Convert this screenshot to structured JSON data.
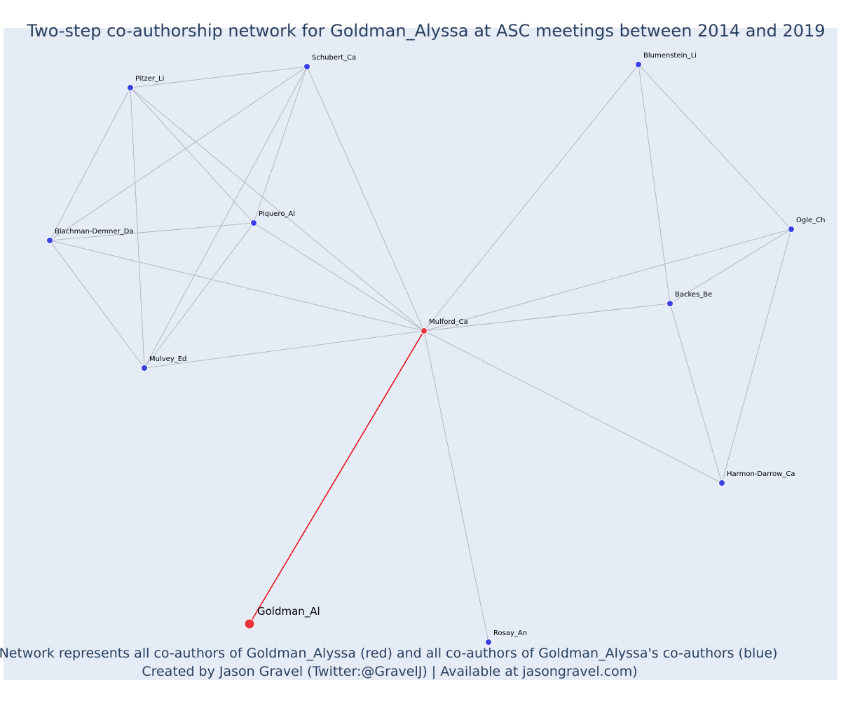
{
  "title": "Two-step co-authorship network for Goldman_Alyssa at ASC meetings between 2014 and 2019",
  "caption_line1": "Network represents all co-authors of Goldman_Alyssa (red) and all co-authors of Goldman_Alyssa's co-authors (blue)",
  "caption_line2": "Created by Jason Gravel (Twitter:@GravelJ) | Available at jasongravel.com)",
  "colors": {
    "background": "#e5ecf6",
    "edge": "#aaaab9",
    "ego_edge": "#e8141b",
    "coauthor": "#e8353b",
    "second_step": "#3b3fe6",
    "text": "#2a3f5f"
  },
  "nodes": [
    {
      "id": "goldman",
      "label": "Goldman_Al",
      "group": "ego"
    },
    {
      "id": "mulford",
      "label": "Mulford_Ca",
      "group": "coauthor"
    },
    {
      "id": "schubert",
      "label": "Schubert_Ca",
      "group": "second_step"
    },
    {
      "id": "pitzer",
      "label": "Pitzer_Li",
      "group": "second_step"
    },
    {
      "id": "piquero",
      "label": "Piquero_Al",
      "group": "second_step"
    },
    {
      "id": "blachman",
      "label": "Blachman-Demner_Da",
      "group": "second_step"
    },
    {
      "id": "mulvey",
      "label": "Mulvey_Ed",
      "group": "second_step"
    },
    {
      "id": "blumenstein",
      "label": "Blumenstein_Li",
      "group": "second_step"
    },
    {
      "id": "ogle",
      "label": "Ogle_Ch",
      "group": "second_step"
    },
    {
      "id": "backes",
      "label": "Backes_Be",
      "group": "second_step"
    },
    {
      "id": "harmon",
      "label": "Harmon-Darrow_Ca",
      "group": "second_step"
    },
    {
      "id": "rosay",
      "label": "Rosay_An",
      "group": "second_step"
    }
  ],
  "edges": [
    [
      "goldman",
      "mulford"
    ],
    [
      "mulford",
      "schubert"
    ],
    [
      "mulford",
      "pitzer"
    ],
    [
      "mulford",
      "piquero"
    ],
    [
      "mulford",
      "blachman"
    ],
    [
      "mulford",
      "mulvey"
    ],
    [
      "mulford",
      "blumenstein"
    ],
    [
      "mulford",
      "ogle"
    ],
    [
      "mulford",
      "backes"
    ],
    [
      "mulford",
      "harmon"
    ],
    [
      "mulford",
      "rosay"
    ],
    [
      "pitzer",
      "schubert"
    ],
    [
      "pitzer",
      "piquero"
    ],
    [
      "pitzer",
      "blachman"
    ],
    [
      "pitzer",
      "mulvey"
    ],
    [
      "schubert",
      "piquero"
    ],
    [
      "schubert",
      "blachman"
    ],
    [
      "schubert",
      "mulvey"
    ],
    [
      "piquero",
      "blachman"
    ],
    [
      "piquero",
      "mulvey"
    ],
    [
      "blachman",
      "mulvey"
    ],
    [
      "blumenstein",
      "backes"
    ],
    [
      "blumenstein",
      "ogle"
    ],
    [
      "ogle",
      "backes"
    ],
    [
      "ogle",
      "harmon"
    ],
    [
      "backes",
      "harmon"
    ]
  ]
}
